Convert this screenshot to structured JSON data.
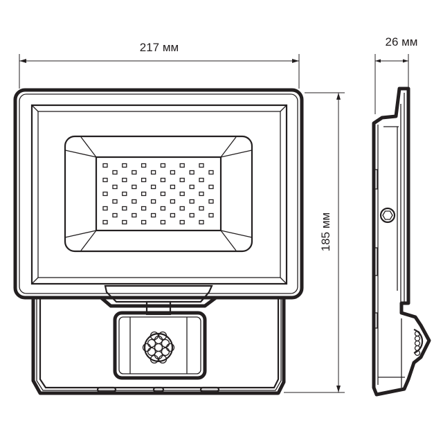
{
  "dimensions": {
    "width_label": "217 мм",
    "depth_label": "26 мм",
    "height_label": "185 мм"
  },
  "colors": {
    "line": "#231f20",
    "background": "#ffffff"
  }
}
